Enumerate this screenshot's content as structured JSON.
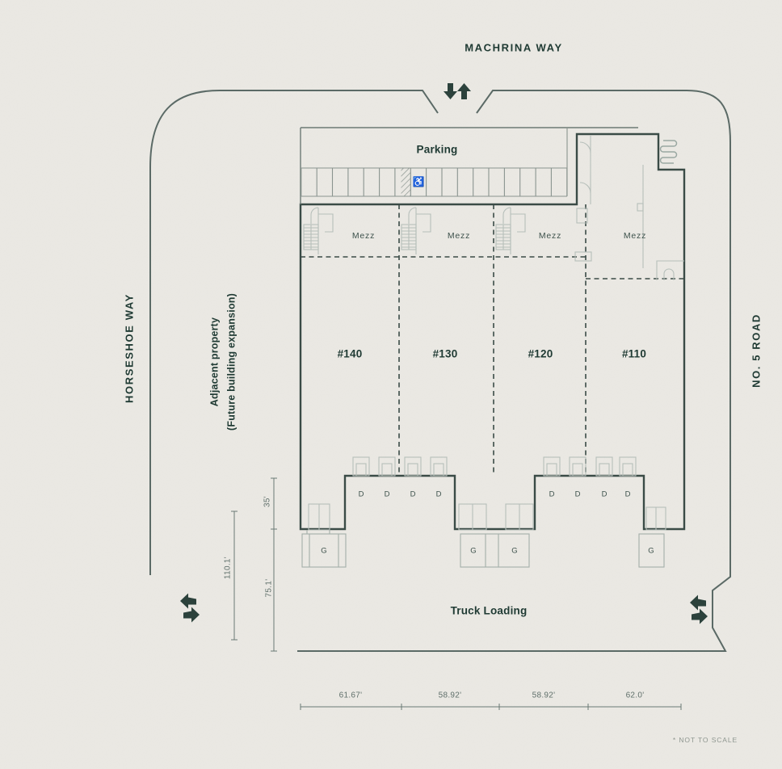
{
  "streets": {
    "top": "MACHRINA WAY",
    "left": "HORSESHOE WAY",
    "right": "NO. 5 ROAD"
  },
  "adjacent_property": {
    "line1": "Adjacent property",
    "line2": "(Future building expansion)"
  },
  "areas": {
    "parking": "Parking",
    "truck_loading": "Truck Loading"
  },
  "units": [
    {
      "label": "#140"
    },
    {
      "label": "#130"
    },
    {
      "label": "#120"
    },
    {
      "label": "#110"
    }
  ],
  "labels": {
    "mezz": "Mezz",
    "dock_door": "D",
    "grade_door": "G"
  },
  "dimensions": {
    "bottom": [
      {
        "label": "61.67'"
      },
      {
        "label": "58.92'"
      },
      {
        "label": "58.92'"
      },
      {
        "label": "62.0'"
      }
    ],
    "left": [
      {
        "label": "110.1'"
      },
      {
        "label": "35'"
      },
      {
        "label": "75.1'"
      }
    ]
  },
  "footnote": "* NOT TO SCALE",
  "icons": {
    "accessible_parking": "♿"
  },
  "colors": {
    "paper": "#ebe9e4",
    "ink": "#1f3a33",
    "building_line": "#3a4b46",
    "boundary_line": "#5b6a66",
    "parking_line": "#8a948f",
    "light_detail": "#b6bfba",
    "dimension": "#5f6f6a",
    "note": "#8e968f",
    "accessible": "#93aea7",
    "arrow": "#2c423c"
  }
}
